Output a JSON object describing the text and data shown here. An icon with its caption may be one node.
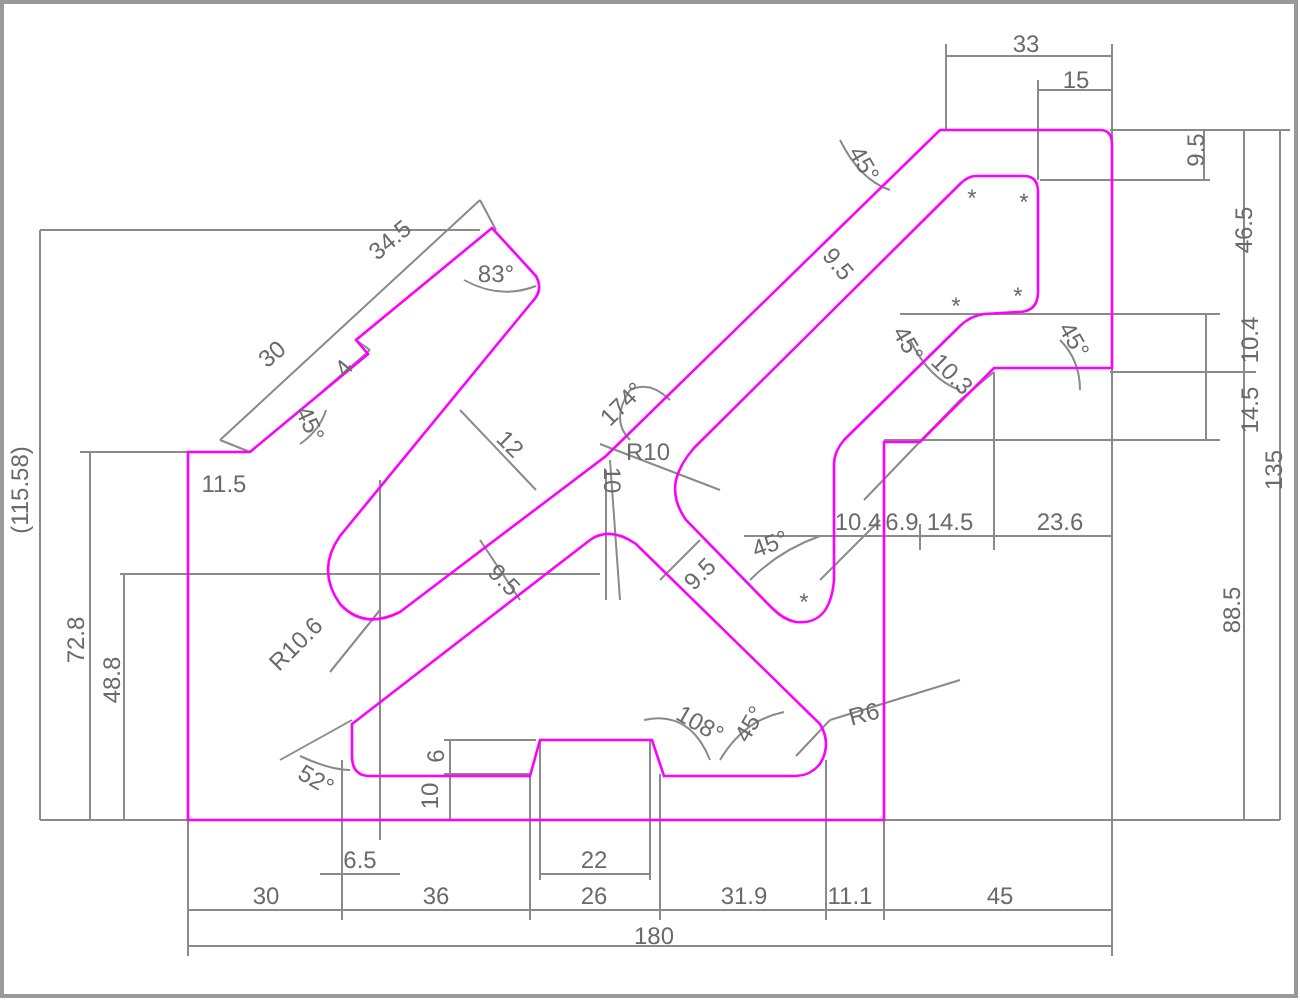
{
  "diagram": {
    "labels": [
      "33",
      "15",
      "45°",
      "9.5",
      "*",
      "*",
      "34.5",
      "83°",
      "9.5",
      "46.5",
      "*",
      "*",
      "30",
      "4",
      "45°",
      "10.3",
      "45°",
      "10.4",
      "174°",
      "45°",
      "14.5",
      "12",
      "135",
      "(115.58)",
      "11.5",
      "R10",
      "10",
      "10.4",
      "6.9",
      "14.5",
      "23.6",
      "45°",
      "72.8",
      "88.5",
      "9.5",
      "9.5",
      "*",
      "48.8",
      "R10.6",
      "108°",
      "45°",
      "R6",
      "6",
      "52°",
      "10",
      "6.5",
      "22",
      "30",
      "36",
      "26",
      "31.9",
      "11.1",
      "45",
      "180"
    ]
  }
}
